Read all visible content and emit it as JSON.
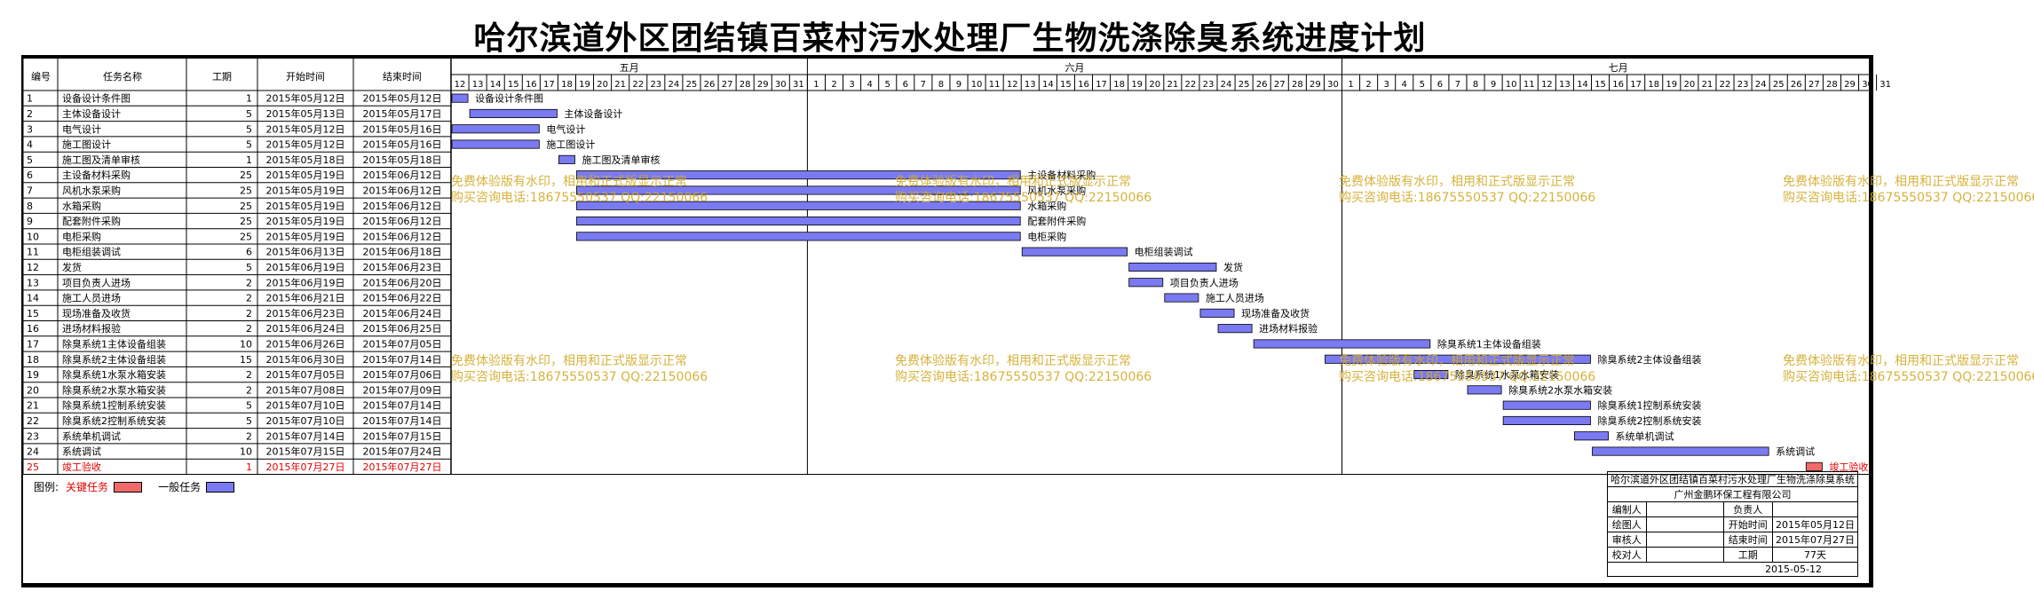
{
  "title": "哈尔滨道外区团结镇百菜村污水处理厂生物洗涤除臭系统进度计划",
  "colors": {
    "normal_bar": "#7a7af2",
    "critical_bar": "#f06a6a",
    "critical_text": "#e00000",
    "watermark": "#d2aa28"
  },
  "headers": {
    "id": "编号",
    "name": "任务名称",
    "duration": "工期",
    "start": "开始时间",
    "end": "结束时间"
  },
  "months": [
    "五月",
    "六月",
    "七月"
  ],
  "day_labels": [
    [
      "12",
      "13",
      "14",
      "15",
      "16",
      "17",
      "18",
      "19",
      "20",
      "21",
      "22",
      "23",
      "24",
      "25",
      "26",
      "27",
      "28",
      "29",
      "30",
      "31"
    ],
    [
      "1",
      "2",
      "3",
      "4",
      "5",
      "6",
      "7",
      "8",
      "9",
      "10",
      "11",
      "12",
      "13",
      "14",
      "15",
      "16",
      "17",
      "18",
      "19",
      "20",
      "21",
      "22",
      "23",
      "24",
      "25",
      "26",
      "27",
      "28",
      "29",
      "30"
    ],
    [
      "1",
      "2",
      "3",
      "4",
      "5",
      "6",
      "7",
      "8",
      "9",
      "10",
      "11",
      "12",
      "13",
      "14",
      "15",
      "16",
      "17",
      "18",
      "19",
      "20",
      "21",
      "22",
      "23",
      "24",
      "25",
      "26",
      "27",
      "28",
      "29",
      "30",
      "31"
    ]
  ],
  "tasks": [
    {
      "id": "1",
      "name": "设备设计条件图",
      "duration": "1",
      "start": "2015年05月12日",
      "end": "2015年05月12日",
      "s": 0,
      "e": 0,
      "critical": false
    },
    {
      "id": "2",
      "name": "主体设备设计",
      "duration": "5",
      "start": "2015年05月13日",
      "end": "2015年05月17日",
      "s": 1,
      "e": 5,
      "critical": false
    },
    {
      "id": "3",
      "name": "电气设计",
      "duration": "5",
      "start": "2015年05月12日",
      "end": "2015年05月16日",
      "s": 0,
      "e": 4,
      "critical": false
    },
    {
      "id": "4",
      "name": "施工图设计",
      "duration": "5",
      "start": "2015年05月12日",
      "end": "2015年05月16日",
      "s": 0,
      "e": 4,
      "critical": false
    },
    {
      "id": "5",
      "name": "施工图及清单审核",
      "duration": "1",
      "start": "2015年05月18日",
      "end": "2015年05月18日",
      "s": 6,
      "e": 6,
      "critical": false
    },
    {
      "id": "6",
      "name": "主设备材料采购",
      "duration": "25",
      "start": "2015年05月19日",
      "end": "2015年06月12日",
      "s": 7,
      "e": 31,
      "critical": false
    },
    {
      "id": "7",
      "name": "风机水泵采购",
      "duration": "25",
      "start": "2015年05月19日",
      "end": "2015年06月12日",
      "s": 7,
      "e": 31,
      "critical": false
    },
    {
      "id": "8",
      "name": "水箱采购",
      "duration": "25",
      "start": "2015年05月19日",
      "end": "2015年06月12日",
      "s": 7,
      "e": 31,
      "critical": false
    },
    {
      "id": "9",
      "name": "配套附件采购",
      "duration": "25",
      "start": "2015年05月19日",
      "end": "2015年06月12日",
      "s": 7,
      "e": 31,
      "critical": false
    },
    {
      "id": "10",
      "name": "电柜采购",
      "duration": "25",
      "start": "2015年05月19日",
      "end": "2015年06月12日",
      "s": 7,
      "e": 31,
      "critical": false
    },
    {
      "id": "11",
      "name": "电柜组装调试",
      "duration": "6",
      "start": "2015年06月13日",
      "end": "2015年06月18日",
      "s": 32,
      "e": 37,
      "critical": false
    },
    {
      "id": "12",
      "name": "发货",
      "duration": "5",
      "start": "2015年06月19日",
      "end": "2015年06月23日",
      "s": 38,
      "e": 42,
      "critical": false
    },
    {
      "id": "13",
      "name": "项目负责人进场",
      "duration": "2",
      "start": "2015年06月19日",
      "end": "2015年06月20日",
      "s": 38,
      "e": 39,
      "critical": false
    },
    {
      "id": "14",
      "name": "施工人员进场",
      "duration": "2",
      "start": "2015年06月21日",
      "end": "2015年06月22日",
      "s": 40,
      "e": 41,
      "critical": false
    },
    {
      "id": "15",
      "name": "现场准备及收货",
      "duration": "2",
      "start": "2015年06月23日",
      "end": "2015年06月24日",
      "s": 42,
      "e": 43,
      "critical": false
    },
    {
      "id": "16",
      "name": "进场材料报验",
      "duration": "2",
      "start": "2015年06月24日",
      "end": "2015年06月25日",
      "s": 43,
      "e": 44,
      "critical": false
    },
    {
      "id": "17",
      "name": "除臭系统1主体设备组装",
      "duration": "10",
      "start": "2015年06月26日",
      "end": "2015年07月05日",
      "s": 45,
      "e": 54,
      "critical": false
    },
    {
      "id": "18",
      "name": "除臭系统2主体设备组装",
      "duration": "15",
      "start": "2015年06月30日",
      "end": "2015年07月14日",
      "s": 49,
      "e": 63,
      "critical": false
    },
    {
      "id": "19",
      "name": "除臭系统1水泵水箱安装",
      "duration": "2",
      "start": "2015年07月05日",
      "end": "2015年07月06日",
      "s": 54,
      "e": 55,
      "critical": false
    },
    {
      "id": "20",
      "name": "除臭系统2水泵水箱安装",
      "duration": "2",
      "start": "2015年07月08日",
      "end": "2015年07月09日",
      "s": 57,
      "e": 58,
      "critical": false
    },
    {
      "id": "21",
      "name": "除臭系统1控制系统安装",
      "duration": "5",
      "start": "2015年07月10日",
      "end": "2015年07月14日",
      "s": 59,
      "e": 63,
      "critical": false
    },
    {
      "id": "22",
      "name": "除臭系统2控制系统安装",
      "duration": "5",
      "start": "2015年07月10日",
      "end": "2015年07月14日",
      "s": 59,
      "e": 63,
      "critical": false
    },
    {
      "id": "23",
      "name": "系统单机调试",
      "duration": "2",
      "start": "2015年07月14日",
      "end": "2015年07月15日",
      "s": 63,
      "e": 64,
      "critical": false
    },
    {
      "id": "24",
      "name": "系统调试",
      "duration": "10",
      "start": "2015年07月15日",
      "end": "2015年07月24日",
      "s": 64,
      "e": 73,
      "critical": false
    },
    {
      "id": "25",
      "name": "竣工验收",
      "duration": "1",
      "start": "2015年07月27日",
      "end": "2015年07月27日",
      "s": 76,
      "e": 76,
      "critical": true
    }
  ],
  "watermark": {
    "line1": "免费体验版有水印，相用和正式版显示正常",
    "line2": "购买咨询电话:18675550537 QQ:22150066"
  },
  "legend": {
    "label": "图例:",
    "critical": "关键任务",
    "normal": "一般任务"
  },
  "info_box": {
    "project": "哈尔滨道外区团结镇百菜村污水处理厂生物洗涤除臭系统",
    "company": "广州金鹏环保工程有限公司",
    "compiler_label": "编制人",
    "leader_label": "负责人",
    "drawer_label": "绘图人",
    "start_label": "开始时间",
    "start_value": "2015年05月12日",
    "reviewer_label": "审核人",
    "end_label": "结束时间",
    "end_value": "2015年07月27日",
    "checker_label": "校对人",
    "duration_label": "工期",
    "duration_value": "77天",
    "date": "2015-05-12"
  }
}
